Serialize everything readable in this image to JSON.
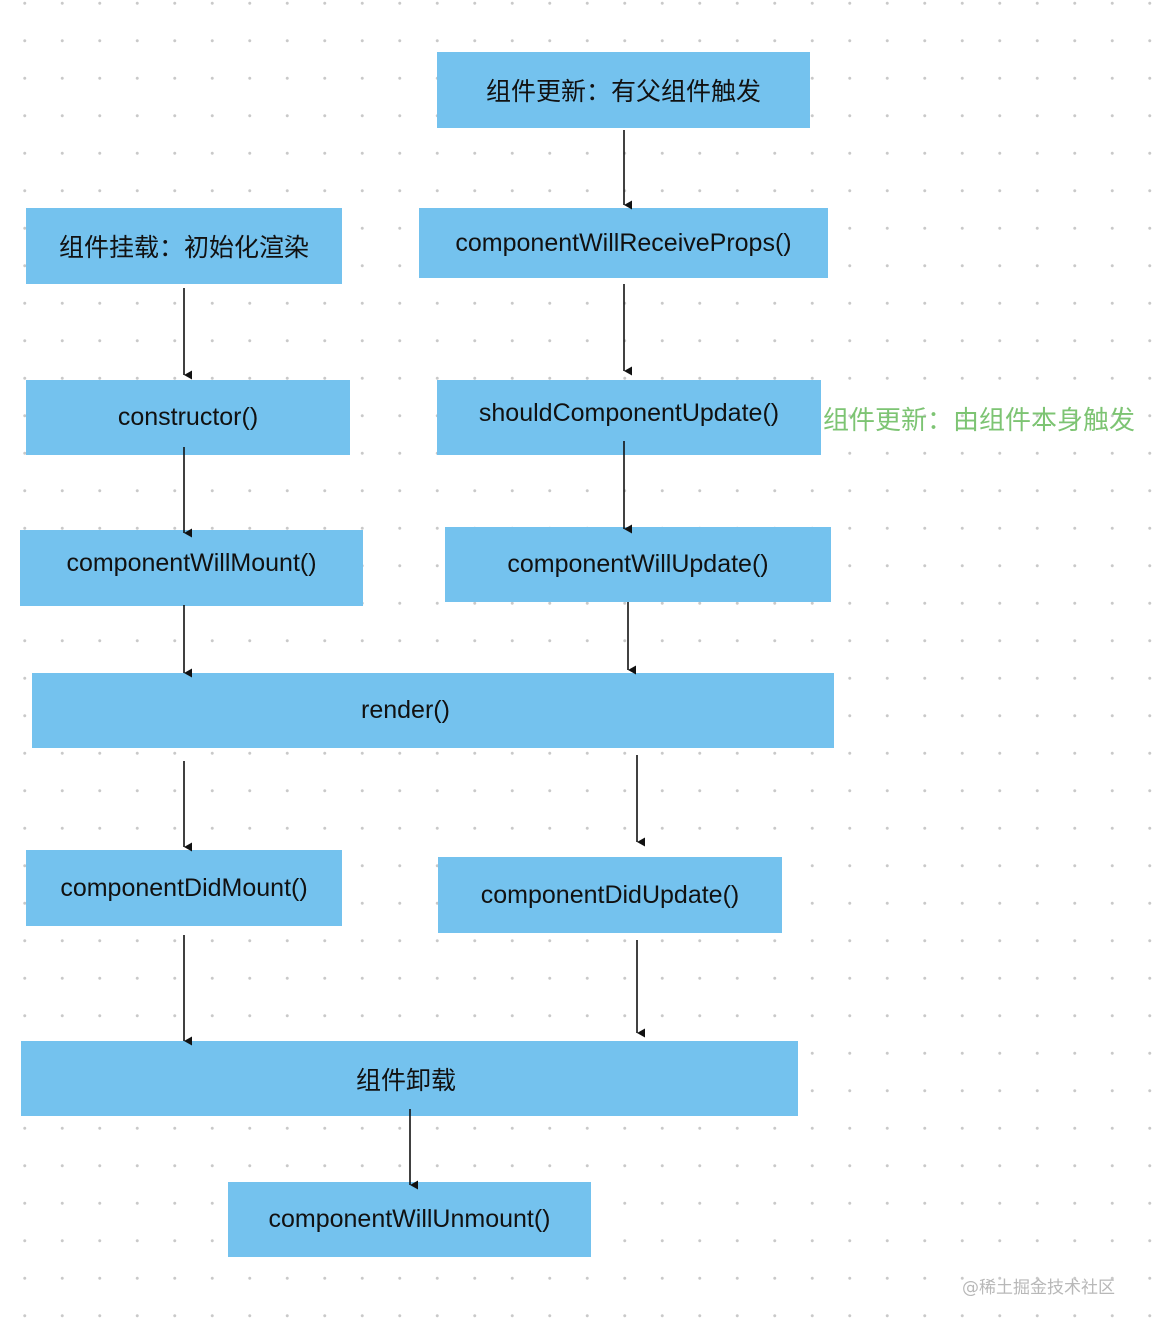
{
  "colors": {
    "node_fill": "#74c2ee",
    "edge": "#111111",
    "note_text": "#7dc473",
    "watermark_text": "#b8b8b8",
    "grid_dots": "#c9c9c9"
  },
  "nodes": {
    "update_from_parent": "组件更新：有父组件触发",
    "mount": "组件挂载：初始化渲染",
    "will_receive_props": "componentWillReceiveProps()",
    "constructor": "constructor()",
    "should_update": "shouldComponentUpdate()",
    "will_mount": "componentWillMount()",
    "will_update": "componentWillUpdate()",
    "render": "render()",
    "did_mount": "componentDidMount()",
    "did_update": "componentDidUpdate()",
    "unmount": "组件卸载",
    "will_unmount": "componentWillUnmount()"
  },
  "note": "组件更新：由组件本身触发",
  "watermark": "@稀土掘金技术社区"
}
